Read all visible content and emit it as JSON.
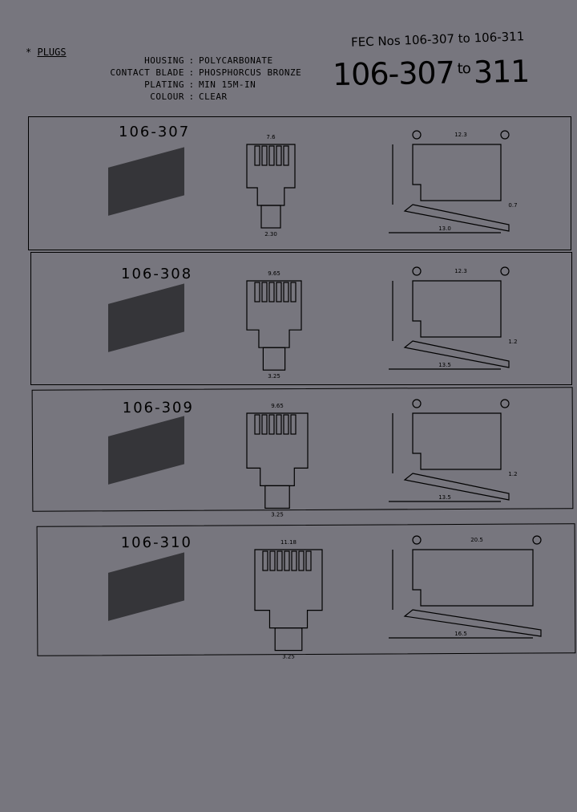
{
  "header": {
    "section_label": "PLUGS",
    "section_marker": "*",
    "specs": [
      {
        "key": "HOUSING",
        "value": "POLYCARBONATE"
      },
      {
        "key": "CONTACT BLADE",
        "value": "PHOSPHORCUS BRONZE"
      },
      {
        "key": "PLATING",
        "value": "MIN 15M-IN"
      },
      {
        "key": "COLOUR",
        "value": "CLEAR"
      }
    ],
    "fec_note": "FEC Nos 106-307 to 106-311",
    "range_title": "106-307",
    "range_to": "to",
    "range_end": "311"
  },
  "panels": [
    {
      "part_number": "106-307",
      "front_width": "7.6",
      "stem_width": "2.30",
      "top_length": "12.3",
      "total_length": "13.0",
      "tip": "0.7"
    },
    {
      "part_number": "106-308",
      "front_width": "9.65",
      "stem_width": "3.25",
      "top_length": "12.3",
      "total_length": "13.5",
      "tip": "1.2"
    },
    {
      "part_number": "106-309",
      "front_width": "9.65",
      "stem_width": "3.25",
      "top_length": "",
      "total_length": "13.5",
      "tip": "1.2"
    },
    {
      "part_number": "106-310",
      "front_width": "11.18",
      "stem_width": "3.25",
      "top_length": "20.5",
      "total_length": "16.5",
      "tip": ""
    }
  ],
  "colors": {
    "paper": "#77767e",
    "ink": "#000000"
  }
}
